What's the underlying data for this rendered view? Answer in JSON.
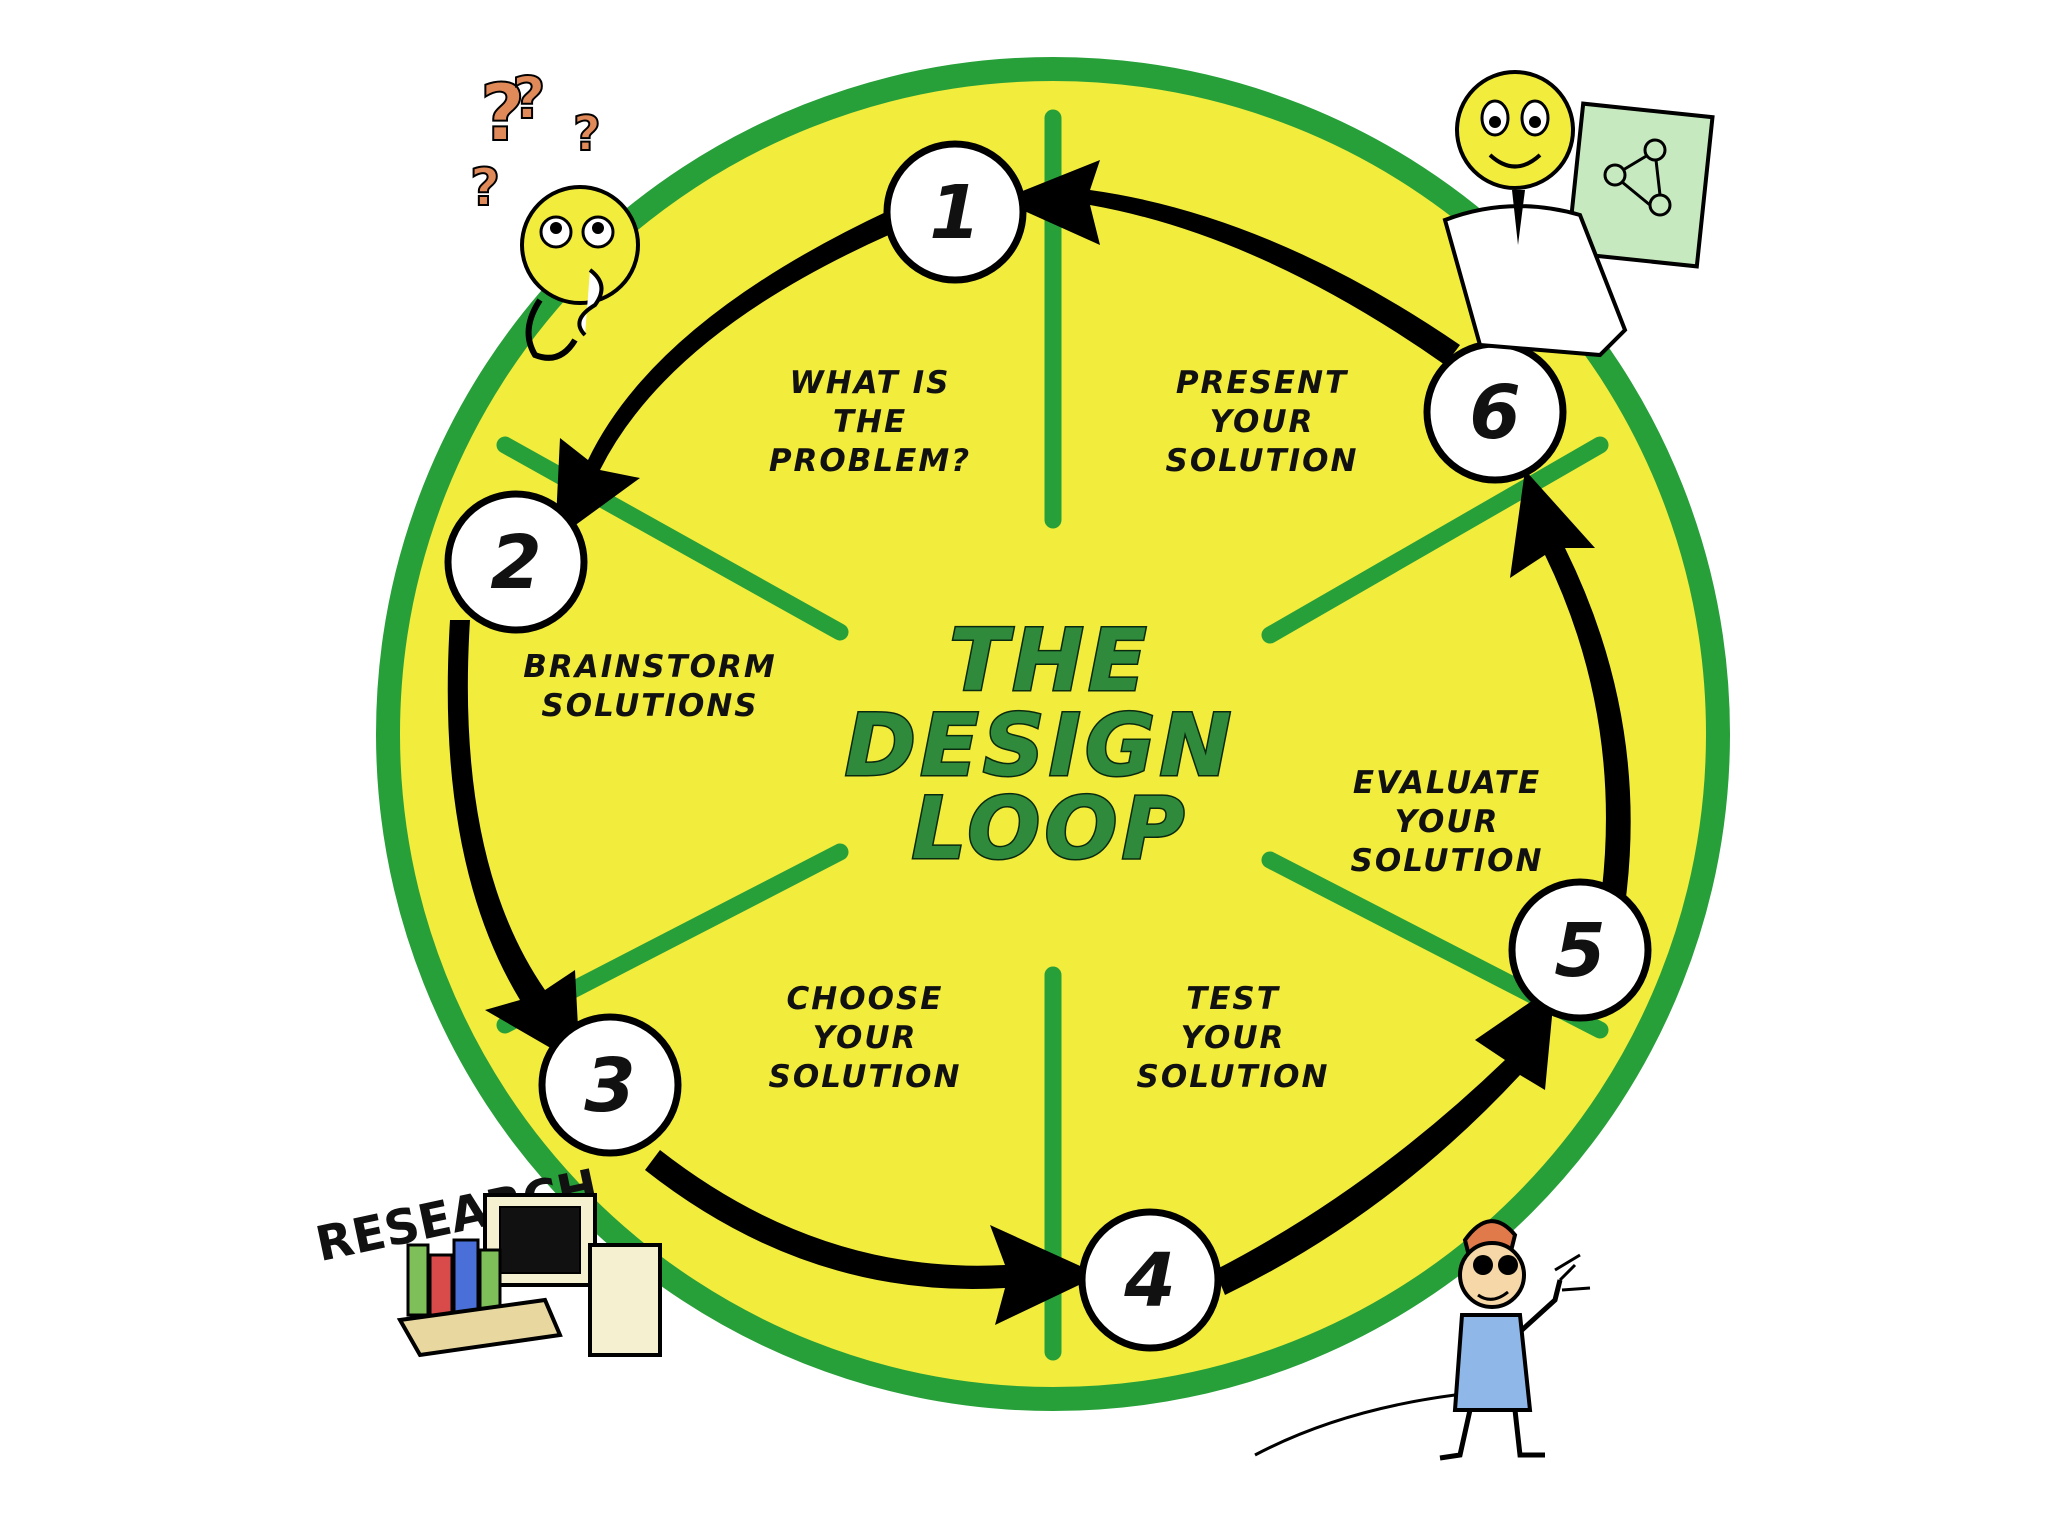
{
  "diagram": {
    "title_lines": [
      "THE",
      "DESIGN",
      "LOOP"
    ],
    "steps": [
      {
        "number": "1",
        "lines": [
          "WHAT IS",
          "THE",
          "PROBLEM?"
        ]
      },
      {
        "number": "2",
        "lines": [
          "BRAINSTORM",
          "SOLUTIONS"
        ]
      },
      {
        "number": "3",
        "lines": [
          "CHOOSE",
          "YOUR",
          "SOLUTION"
        ]
      },
      {
        "number": "4",
        "lines": [
          "TEST",
          "YOUR",
          "SOLUTION"
        ]
      },
      {
        "number": "5",
        "lines": [
          "EVALUATE",
          "YOUR",
          "SOLUTION"
        ]
      },
      {
        "number": "6",
        "lines": [
          "PRESENT",
          "YOUR",
          "SOLUTION"
        ]
      }
    ],
    "research_label": "RESEARCH",
    "colors": {
      "disc_fill": "#f2ec3c",
      "ring": "#27a03a",
      "title": "#2f8a3c",
      "arrow": "#000000",
      "node_fill": "#ffffff",
      "question_marks": "#e08a5a"
    },
    "icons": [
      "thinking-face-icon",
      "presenter-icon",
      "research-computer-icon",
      "welder-icon"
    ]
  }
}
